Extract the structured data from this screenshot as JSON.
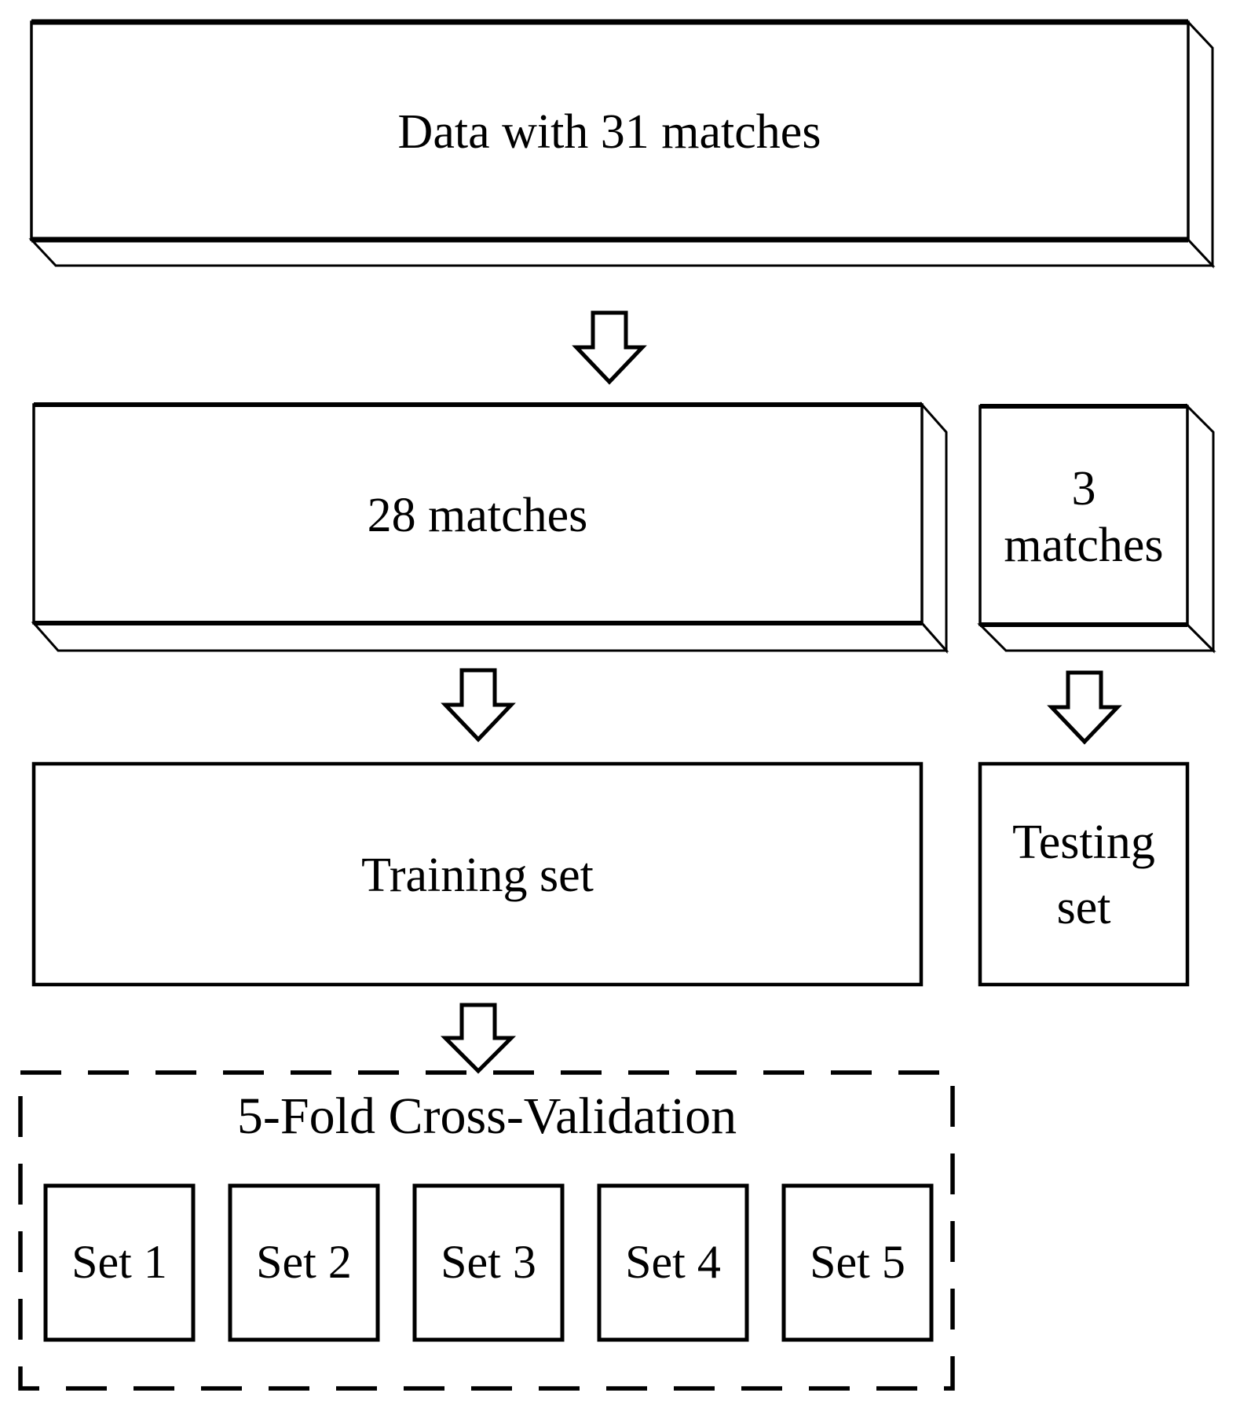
{
  "diagram": {
    "background_color": "#ffffff",
    "line_color": "#000000",
    "boxes": {
      "data": {
        "label": "Data with 31 matches"
      },
      "matches28": {
        "label": "28 matches"
      },
      "matches3": {
        "label_line1": "3",
        "label_line2": "matches"
      },
      "training": {
        "label": "Training set"
      },
      "testing": {
        "label_line1": "Testing",
        "label_line2": "set"
      }
    },
    "cross_validation": {
      "title": "5-Fold Cross-Validation",
      "folds": [
        {
          "label": "Set 1"
        },
        {
          "label": "Set 2"
        },
        {
          "label": "Set 3"
        },
        {
          "label": "Set 4"
        },
        {
          "label": "Set 5"
        }
      ]
    }
  }
}
